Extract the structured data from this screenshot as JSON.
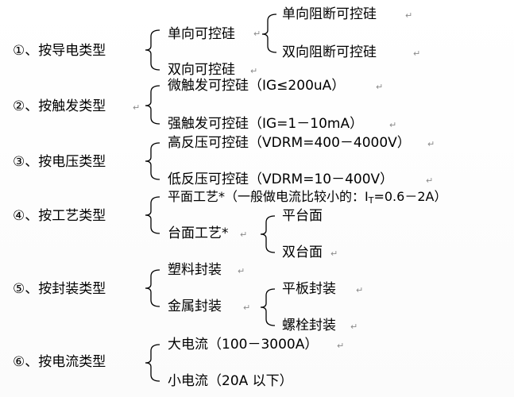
{
  "categories": [
    {
      "label": "①、按导电类型",
      "items": [
        {
          "label": "单向可控硅",
          "children": [
            "单向阻断可控硅",
            "双向阻断可控硅"
          ]
        },
        {
          "label": "双向可控硅"
        }
      ]
    },
    {
      "label": "②、按触发类型",
      "items": [
        {
          "label": "微触发可控硅（IG≤200uA）"
        },
        {
          "label": "强触发可控硅（IG=1－10mA）"
        }
      ]
    },
    {
      "label": "③、按电压类型",
      "items": [
        {
          "label": "高反压可控硅（VDRM=400－4000V）"
        },
        {
          "label": "低反压可控硅（VDRM=10－400V）"
        }
      ]
    },
    {
      "label": "④、按工艺类型",
      "items": [
        {
          "label": "平面工艺*（一般做电流比较小的：I",
          "subscript": "T",
          "suffix": "=0.6－2A）"
        },
        {
          "label": "台面工艺*",
          "children": [
            "平台面",
            "双台面"
          ]
        }
      ]
    },
    {
      "label": "⑤、按封装类型",
      "items": [
        {
          "label": "塑料封装"
        },
        {
          "label": "金属封装",
          "children": [
            "平板封装",
            "螺栓封装"
          ]
        }
      ]
    },
    {
      "label": "⑥、按电流类型",
      "items": [
        {
          "label": "大电流（100－3000A）"
        },
        {
          "label": "小电流（20A 以下）"
        }
      ]
    }
  ],
  "paragraph_mark": "↵"
}
